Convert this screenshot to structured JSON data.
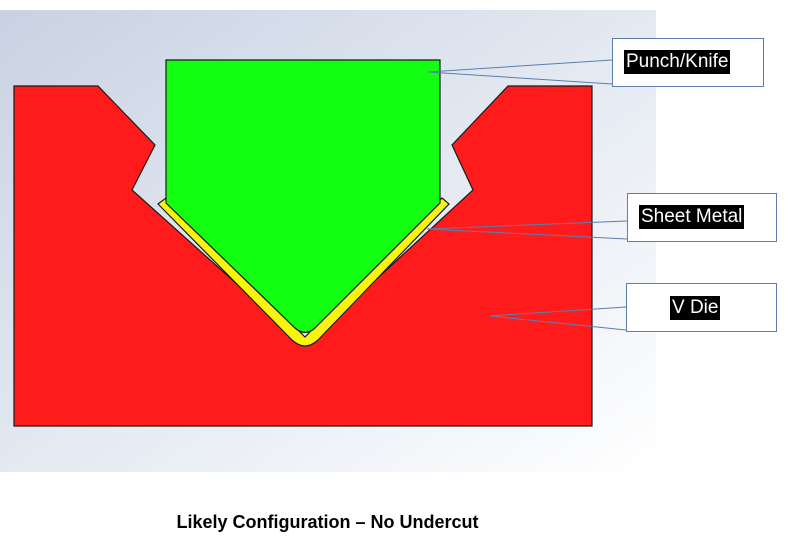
{
  "labels": {
    "punch": "Punch/Knife",
    "sheet": "Sheet Metal",
    "die": "V Die"
  },
  "caption": "Likely Configuration – No Undercut",
  "colors": {
    "background_gradient_start": "#c9d2e3",
    "background_gradient_end": "#ffffff",
    "die": "#ff1b1b",
    "punch": "#12ff12",
    "sheet_metal": "#f8f410",
    "outline": "#1a1a1a",
    "leader_line": "#5b7fb0",
    "callout_border": "#5b7fb0",
    "label_background": "#000000",
    "label_text": "#ffffff"
  }
}
